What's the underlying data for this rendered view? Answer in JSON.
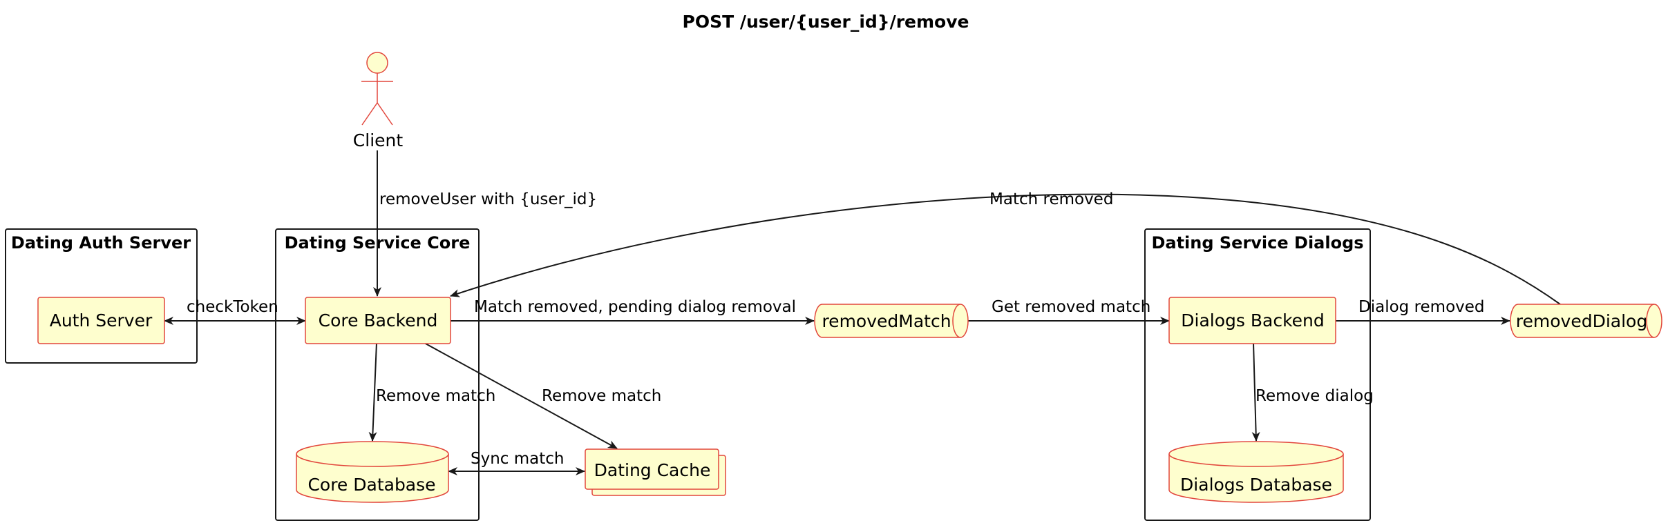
{
  "title": "POST /user/{user_id}/remove",
  "actor": {
    "label": "Client"
  },
  "packages": {
    "auth": {
      "title": "Dating Auth Server"
    },
    "core": {
      "title": "Dating Service Core"
    },
    "dialogs": {
      "title": "Dating Service Dialogs"
    }
  },
  "nodes": {
    "auth_server": "Auth Server",
    "core_backend": "Core Backend",
    "core_database": "Core Database",
    "dating_cache": "Dating Cache",
    "removed_match": "removedMatch",
    "dialogs_backend": "Dialogs Backend",
    "dialogs_database": "Dialogs Database",
    "removed_dialog": "removedDialog"
  },
  "edges": {
    "remove_user": "removeUser with {user_id}",
    "check_token": "checkToken",
    "match_removed_pending": "Match removed, pending dialog removal",
    "remove_match_db": "Remove match",
    "remove_match_cache": "Remove match",
    "sync_match": "Sync match",
    "get_removed_match": "Get removed match",
    "dialog_removed": "Dialog removed",
    "remove_dialog": "Remove dialog",
    "match_removed": "Match removed"
  },
  "colors": {
    "node_fill": "#fefece",
    "node_border": "#e2463c",
    "line": "#181818",
    "background": "#ffffff"
  }
}
